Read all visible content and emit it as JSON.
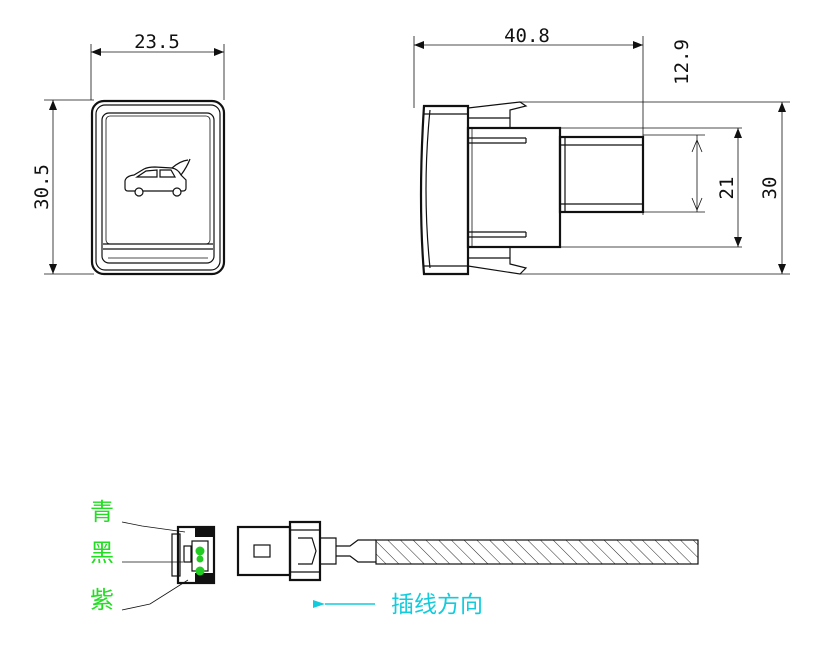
{
  "front_view": {
    "width_label": "23.5",
    "height_label": "30.5"
  },
  "side_view": {
    "depth_label": "40.8",
    "offset_label": "12.9",
    "inner_label": "21",
    "outer_label": "30"
  },
  "connector": {
    "wire_labels": [
      "青",
      "黑",
      "紫"
    ],
    "direction_label": "插线方向",
    "wire_label_color": "#22dd22",
    "direction_color": "#11ccdd",
    "pin_color": "#22cc22"
  }
}
